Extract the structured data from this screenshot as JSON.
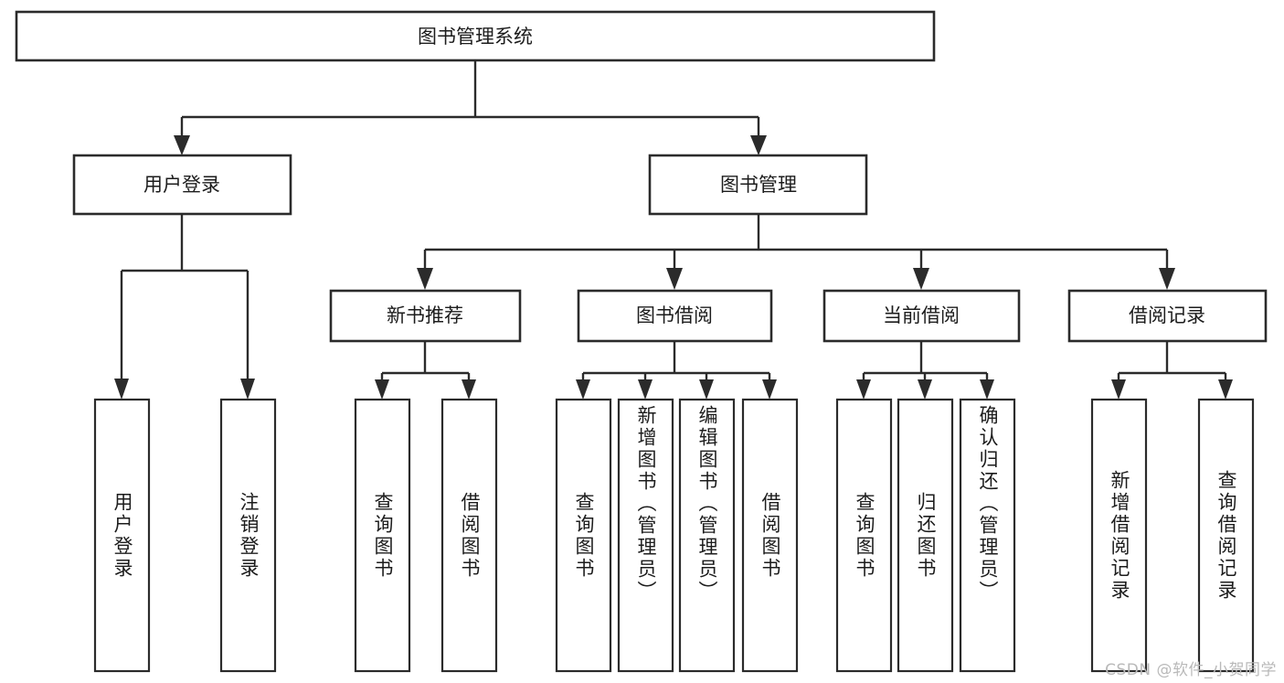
{
  "diagram": {
    "title": "图书管理系统",
    "type": "tree-hierarchy-flowchart",
    "root": {
      "label": "图书管理系统"
    },
    "level2": [
      {
        "label": "用户登录"
      },
      {
        "label": "图书管理"
      }
    ],
    "level3": [
      {
        "label": "新书推荐"
      },
      {
        "label": "图书借阅"
      },
      {
        "label": "当前借阅"
      },
      {
        "label": "借阅记录"
      }
    ],
    "leaves": {
      "user_login": [
        {
          "label": "用户登录"
        },
        {
          "label": "注销登录"
        }
      ],
      "new_book_recommend": [
        {
          "label": "查询图书"
        },
        {
          "label": "借阅图书"
        }
      ],
      "book_borrow": [
        {
          "label": "查询图书"
        },
        {
          "label": "新增图书（管理员）"
        },
        {
          "label": "编辑图书（管理员）"
        },
        {
          "label": "借阅图书"
        }
      ],
      "current_borrow": [
        {
          "label": "查询图书"
        },
        {
          "label": "归还图书"
        },
        {
          "label": "确认归还（管理员）"
        }
      ],
      "borrow_record": [
        {
          "label": "新增借阅记录"
        },
        {
          "label": "查询借阅记录"
        }
      ]
    }
  },
  "watermark": {
    "text": "CSDN @软件_小贺同学"
  },
  "colors": {
    "stroke": "#2b2b2b",
    "fill": "#ffffff",
    "text": "#1c1c1c",
    "watermark": "#b9b9b9"
  }
}
